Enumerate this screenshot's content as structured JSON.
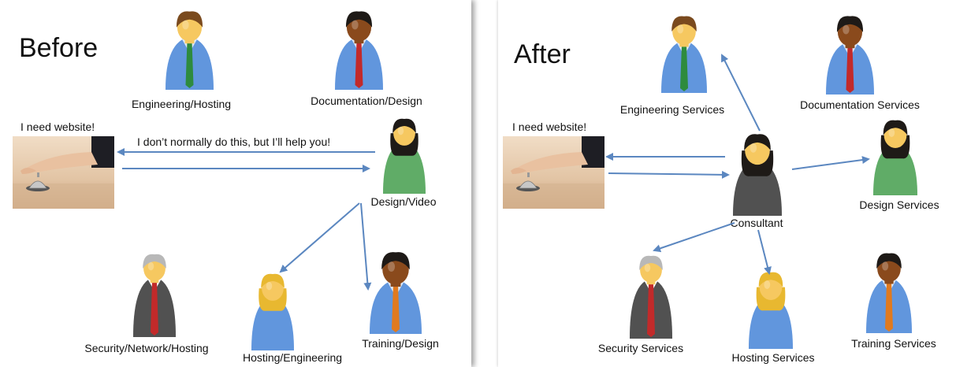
{
  "before": {
    "title": "Before",
    "request": "I need website!",
    "reply": "I don’t normally do this, but I’ll help you!",
    "people": {
      "engineering": "Engineering/Hosting",
      "documentation": "Documentation/Design",
      "design": "Design/Video",
      "security": "Security/Network/Hosting",
      "hosting": "Hosting/Engineering",
      "training": "Training/Design"
    }
  },
  "after": {
    "title": "After",
    "request": "I need website!",
    "people": {
      "engineering": "Engineering Services",
      "documentation": "Documentation Services",
      "consultant": "Consultant",
      "design": "Design Services",
      "security": "Security Services",
      "hosting": "Hosting Services",
      "training": "Training Services"
    }
  },
  "colors": {
    "arrow": "#5b87c0",
    "shirt_blue": "#3f7fd6",
    "tie_green": "#2e8b3e",
    "tie_red": "#c22a2a",
    "tie_orange": "#e07a1f",
    "suit_dark": "#2b2b2b",
    "hair_brown": "#7a4a1e",
    "hair_black": "#1e1a17",
    "hair_blonde": "#e8b830",
    "hair_gray": "#b8b8b8",
    "skin_light": "#f6c860",
    "skin_dark": "#8a4a1c"
  }
}
